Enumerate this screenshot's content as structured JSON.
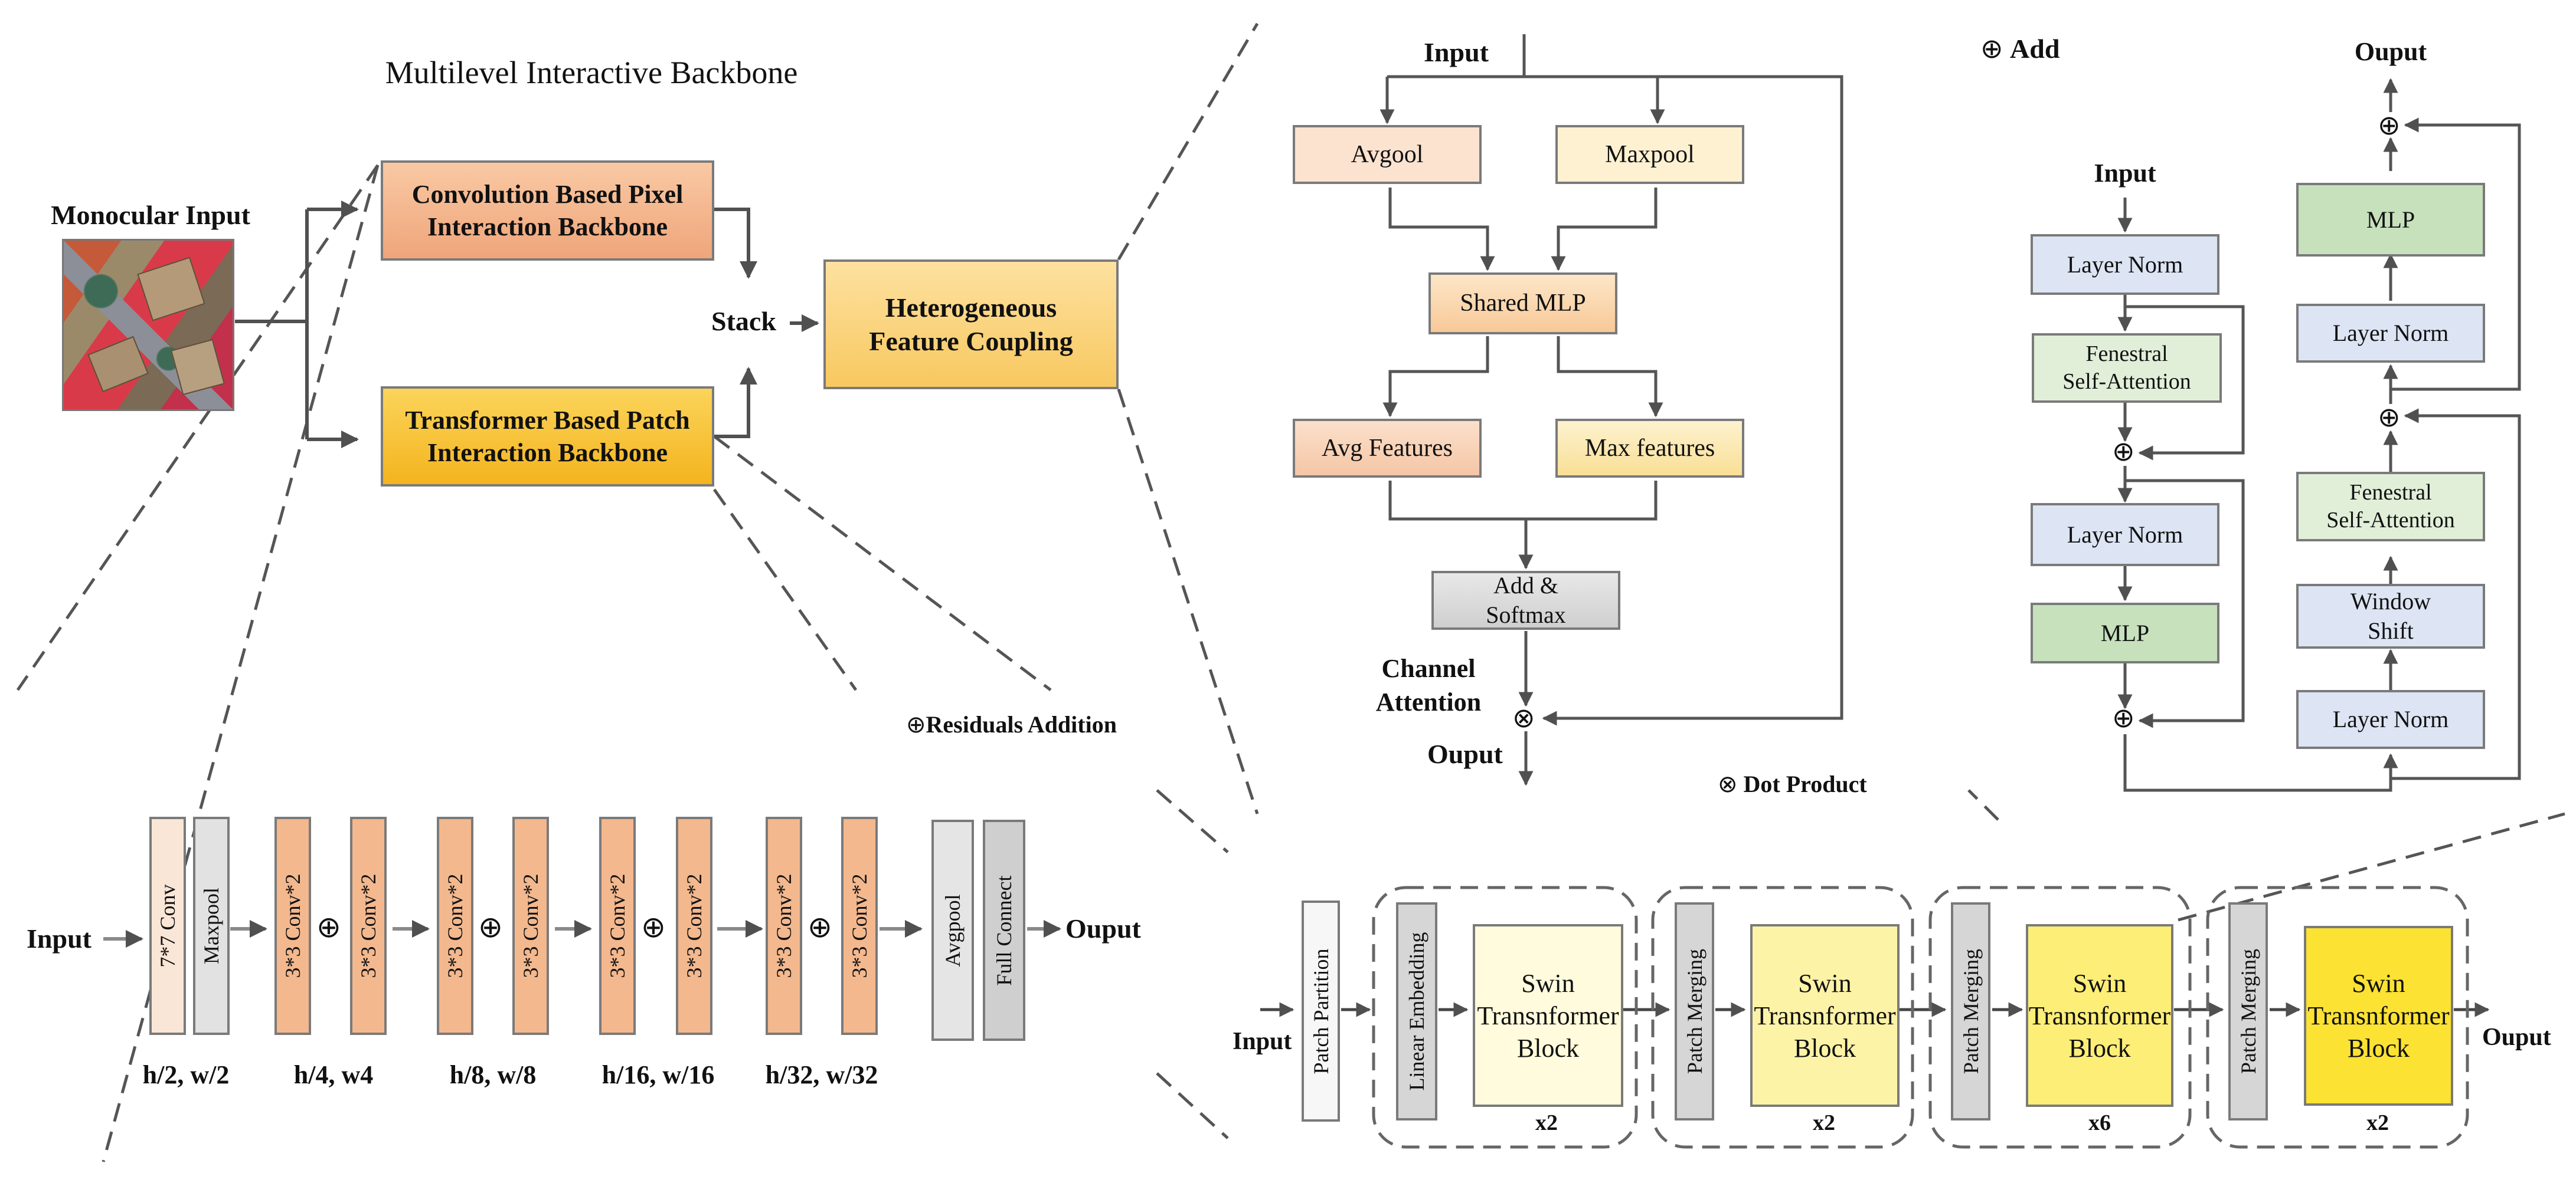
{
  "backbone_panel": {
    "title": "Multilevel Interactive Backbone",
    "monocular_input": "Monocular Input",
    "conv_backbone": "Convolution Based Pixel\nInteraction Backbone",
    "transformer_backbone": "Transformer Based Patch\nInteraction Backbone",
    "stack": "Stack",
    "coupling": "Heterogeneous\nFeature Coupling"
  },
  "channel_attention_panel": {
    "input": "Input",
    "avgpool": "Avgool",
    "maxpool": "Maxpool",
    "shared_mlp": "Shared MLP",
    "avg_features": "Avg Features",
    "max_features": "Max features",
    "add_softmax": "Add &\nSoftmax",
    "channel_attention": "Channel\nAttention",
    "output": "Ouput",
    "dot_product_symbol": "⊗",
    "dot_product": "Dot Product"
  },
  "swin_block_panel": {
    "add_symbol": "⊕",
    "add": "Add",
    "output": "Ouput",
    "input": "Input",
    "left_column": [
      "Layer Norm",
      "Fenestral\nSelf-Attention",
      "Layer Norm",
      "MLP"
    ],
    "right_column": [
      "MLP",
      "Layer Norm",
      "Fenestral\nSelf-Attention",
      "Window\nShift",
      "Layer Norm"
    ]
  },
  "resnet_panel": {
    "residuals_symbol": "⊕",
    "residuals": "Residuals Addition",
    "input": "Input",
    "output": "Ouput",
    "stem": [
      "7*7 Conv",
      "Maxpool"
    ],
    "conv_label": "3*3 Conv*2",
    "head": [
      "Avgpool",
      "Full Connect"
    ],
    "resolutions": [
      "h/2, w/2",
      "h/4, w4",
      "h/8, w/8",
      "h/16, w/16",
      "h/32, w/32"
    ]
  },
  "swin_panel": {
    "input": "Input",
    "output": "Ouput",
    "patch_partition": "Patch Partition",
    "linear_embedding": "Linear Embedding",
    "patch_merging": "Patch Merging",
    "block_label": "Swin\nTransnformer\nBlock",
    "repeats": [
      "x2",
      "x2",
      "x6",
      "x2"
    ]
  },
  "colors": {
    "panel_tl": "#fcefc4",
    "panel_ca": "#f6e7a6",
    "panel_swin": "#fdfbe6",
    "panel_res": "#f9e8d6",
    "conv_orange": "#f3b88e",
    "transformer_yellow": "#f8c431",
    "layer_norm_blue": "#dde5f4",
    "mlp_green": "#c6e1bc",
    "gray": "#e2e2e2"
  }
}
